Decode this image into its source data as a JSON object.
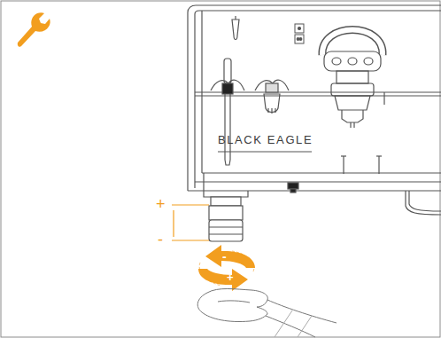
{
  "diagram": {
    "labels": [
      "BLACK EAGLE",
      "+",
      "-",
      "-",
      "+"
    ]
  }
}
